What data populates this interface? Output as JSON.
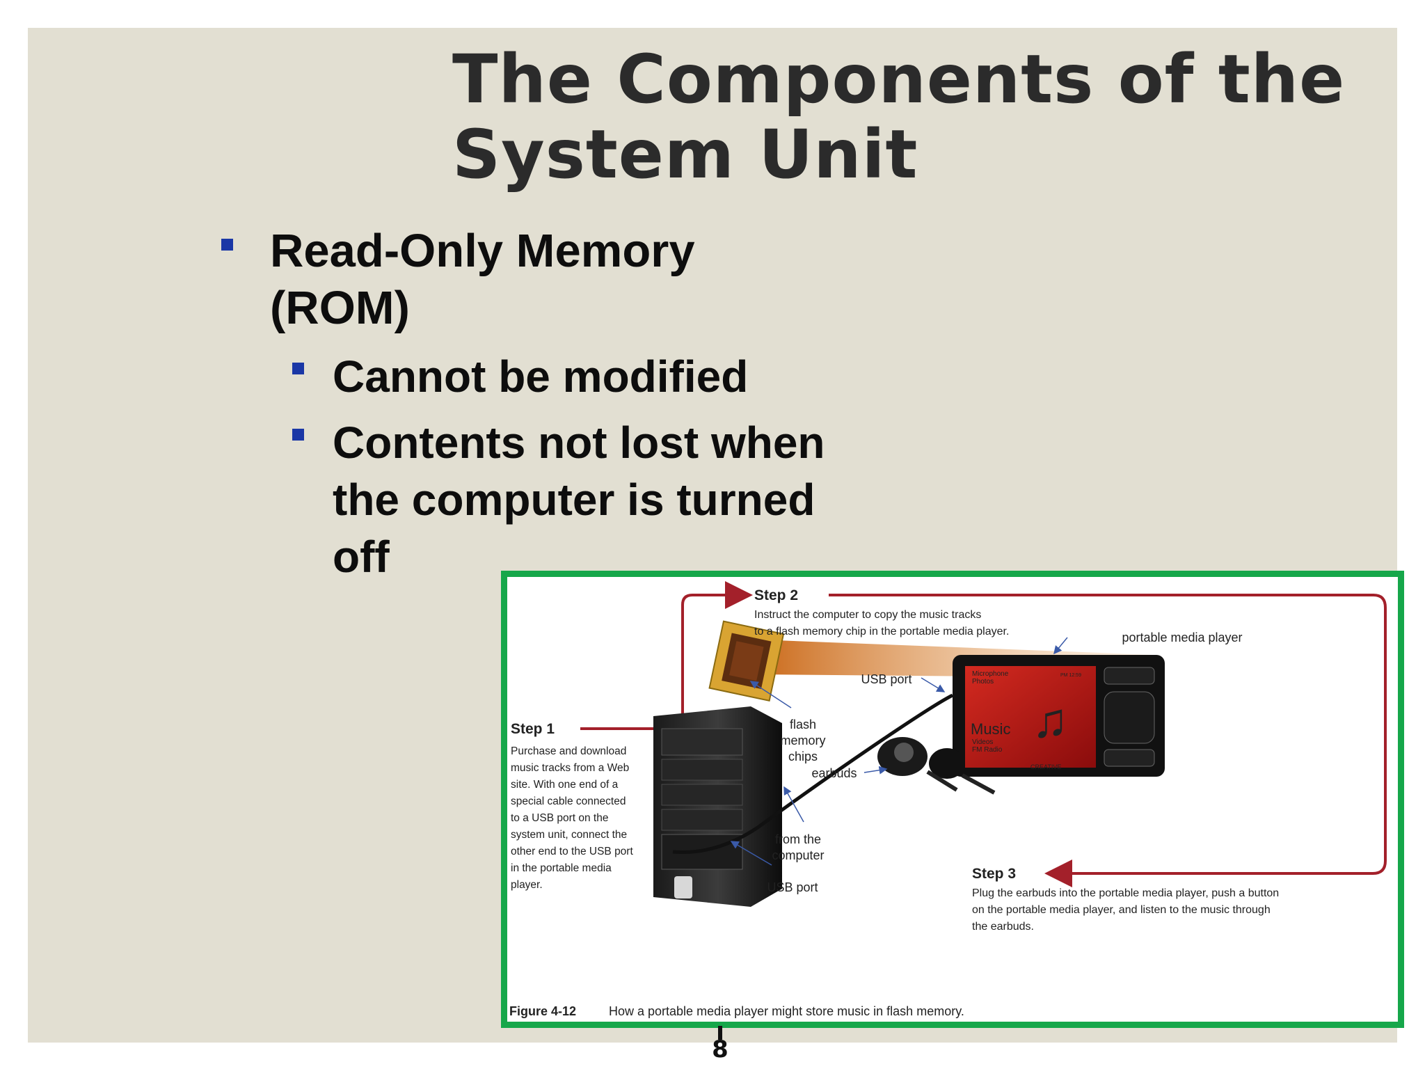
{
  "slide": {
    "title": "The Components of the System Unit",
    "bullets": [
      {
        "level": 1,
        "text": "Read-Only Memory (ROM)"
      },
      {
        "level": 2,
        "text": "Cannot be modified"
      },
      {
        "level": 2,
        "text": "Contents not lost when the computer is turned off"
      }
    ],
    "page_number": "8",
    "colors": {
      "background": "#e2dfd2",
      "bullet": "#1a37a6",
      "figure_border": "#16a74a",
      "arrow": "#a3202a"
    }
  },
  "figure": {
    "step1": {
      "title": "Step 1",
      "lines": [
        "Purchase and download",
        "music tracks from a Web",
        "site. With one end of a",
        "special cable connected",
        "to a USB port on the",
        "system unit, connect the",
        "other end to the USB port",
        "in the portable media",
        "player."
      ]
    },
    "step2": {
      "title": "Step 2",
      "lines": [
        "Instruct the computer to copy the music tracks",
        "to a flash memory chip in the portable media player."
      ]
    },
    "step3": {
      "title": "Step 3",
      "lines": [
        "Plug the earbuds into the portable media player, push a button",
        "on the portable media player, and listen to the music through",
        "the earbuds."
      ]
    },
    "labels": {
      "portable_media_player": "portable media player",
      "usb_port_top": "USB port",
      "flash_memory_chips": [
        "flash",
        "memory",
        "chips"
      ],
      "earbuds": "earbuds",
      "from_the_computer": [
        "from the",
        "computer"
      ],
      "usb_port_bottom": "USB port"
    },
    "player_screen": {
      "menu_top": [
        "Microphone",
        "Photos"
      ],
      "menu_main": "Music",
      "menu_bottom": [
        "Videos",
        "FM Radio"
      ],
      "clock": "PM 12:59",
      "brand": "CREATIVE"
    },
    "caption": {
      "number": "Figure 4-12",
      "text": "How a portable media player might store music in flash memory."
    }
  }
}
